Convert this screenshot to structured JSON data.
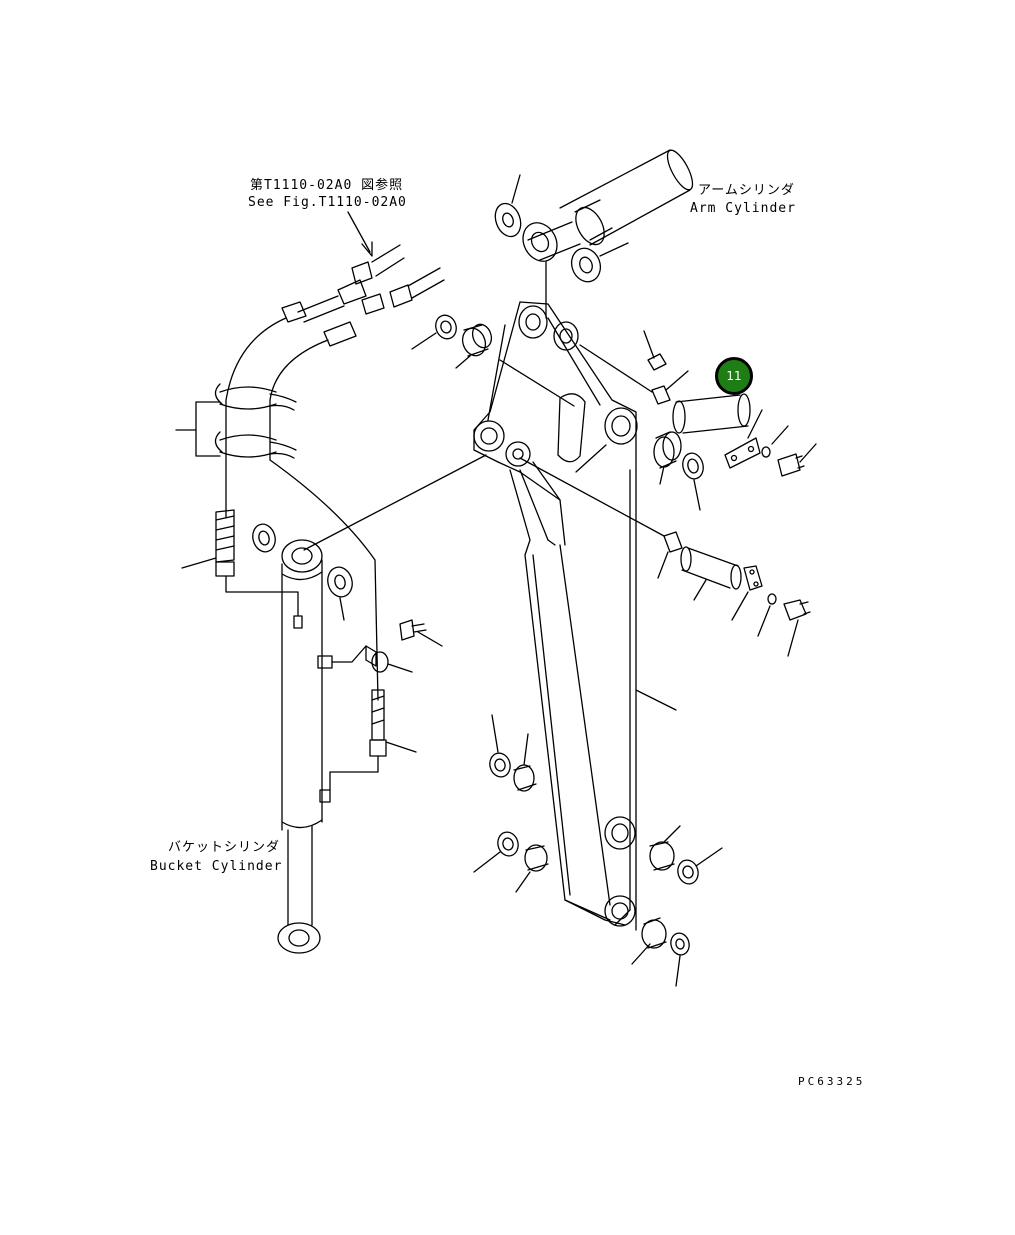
{
  "labels": {
    "ref_jp": "第T1110-02A0 図参照",
    "ref_en": "See Fig.T1110-02A0",
    "arm_cyl_jp": "アームシリンダ",
    "arm_cyl_en": "Arm Cylinder",
    "bucket_cyl_jp": "バケットシリンダ",
    "bucket_cyl_en": "Bucket Cylinder",
    "drawing_code": "PC63325"
  },
  "callouts": [
    {
      "number": "11",
      "color": "#1e7d14"
    }
  ],
  "colors": {
    "line": "#000000",
    "background": "#ffffff",
    "callout": "#1e7d14"
  }
}
